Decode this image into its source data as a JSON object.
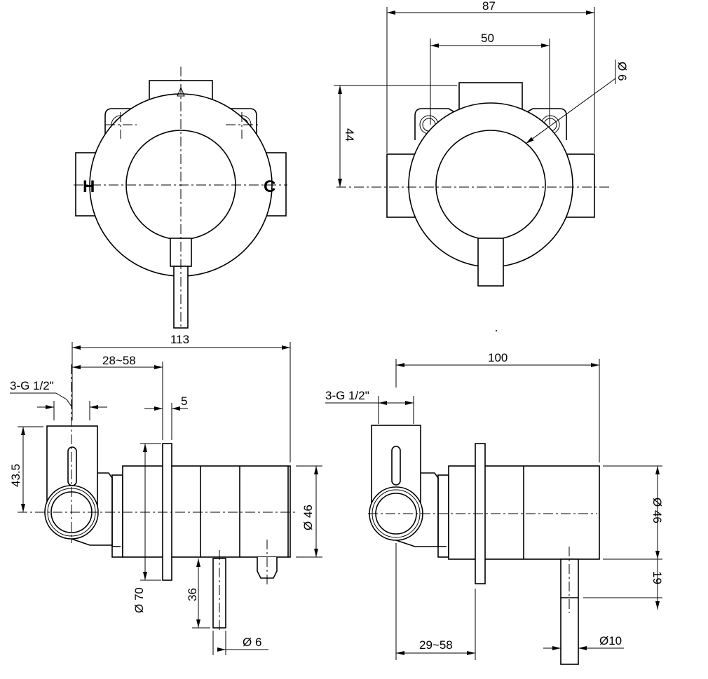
{
  "front_left": {
    "hot_label": "H",
    "cold_label": "C"
  },
  "front_right": {
    "width_overall": "87",
    "hole_spacing": "50",
    "hole_diameter": "Ø 6",
    "height_to_center": "44"
  },
  "side_left": {
    "depth_overall": "113",
    "wall_range": "28~58",
    "thread_label": "3-G 1/2\"",
    "flange_thickness": "5",
    "outlet_height": "43.5",
    "body_diameter": "Ø 46",
    "flange_diameter": "Ø 70",
    "lever_length": "36",
    "lever_diameter": "Ø 6"
  },
  "side_right": {
    "depth_overall": "100",
    "thread_label": "3-G 1/2\"",
    "body_diameter": "Ø 46",
    "handle_offset": "19",
    "wall_range": "29~58",
    "handle_diameter": "Ø10"
  },
  "colors": {
    "line": "#000000",
    "background": "#ffffff"
  }
}
